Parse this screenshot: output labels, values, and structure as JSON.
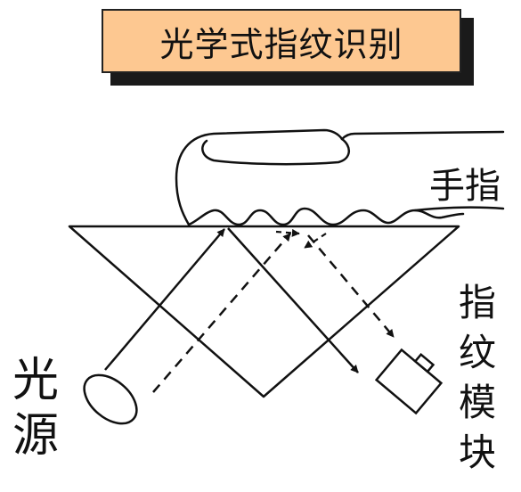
{
  "title": "光学式指纹识别",
  "labels": {
    "finger": "手指",
    "light_source": [
      "光",
      "源"
    ],
    "fingerprint_module": [
      "指",
      "纹",
      "模",
      "块"
    ]
  }
}
